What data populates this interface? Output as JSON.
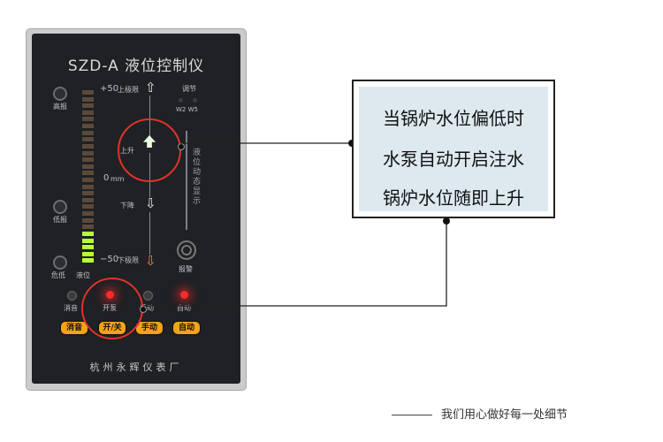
{
  "device": {
    "title": "SZD-A 液位控制仪",
    "scale": {
      "top": "+50",
      "top_tag": "上极限",
      "zero": "0",
      "zero_unit": "mm",
      "bottom": "−50",
      "bottom_tag": "下极限"
    },
    "labels": {
      "high": "高报",
      "low": "低报",
      "critical": "危低",
      "level": "液位",
      "adjust": "调节",
      "ws": "W2  W5",
      "up": "上升",
      "down": "下降",
      "alarm": "报警",
      "vertical": "液位动态显示"
    },
    "status_labels": [
      "消音",
      "开泵",
      "手动",
      "自动"
    ],
    "buttons": [
      "消音",
      "开/关",
      "手动",
      "自动"
    ],
    "maker": "杭州永辉仪表厂"
  },
  "callout": {
    "lines": [
      "当锅炉水位偏低时",
      "水泵自动开启注水",
      "锅炉水位随即上升"
    ]
  },
  "footer": {
    "text": "我们用心做好每一处细节"
  },
  "colors": {
    "face": "#1f2124",
    "green_bar": "#b8ff3a",
    "red_led": "#ff2b2b",
    "button": "#f2a31a"
  },
  "level": {
    "lit_green_segments": 5,
    "total_segments": 26
  }
}
